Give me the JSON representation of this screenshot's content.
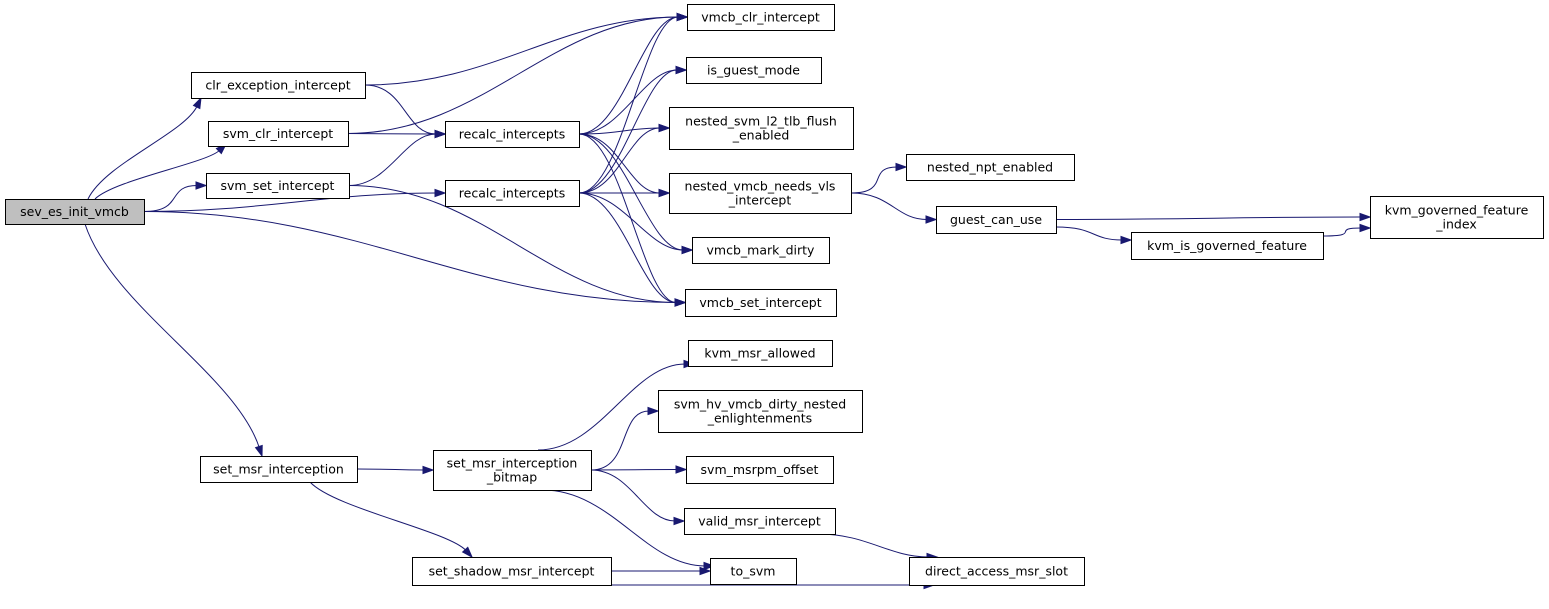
{
  "colors": {
    "edge": "#191970",
    "node_fill": "#ffffff",
    "root_fill": "#bfbfbf",
    "border": "#000000"
  },
  "nodes": [
    {
      "id": "sev",
      "label": "sev_es_init_vmcb",
      "root": true
    },
    {
      "id": "clrex",
      "label": "clr_exception_intercept"
    },
    {
      "id": "svmclr",
      "label": "svm_clr_intercept"
    },
    {
      "id": "svmset",
      "label": "svm_set_intercept"
    },
    {
      "id": "setmsr",
      "label": "set_msr_interception"
    },
    {
      "id": "recalc1",
      "label": "recalc_intercepts"
    },
    {
      "id": "recalc2",
      "label": "recalc_intercepts"
    },
    {
      "id": "bitmap",
      "label": "set_msr_interception\n_bitmap"
    },
    {
      "id": "shadow",
      "label": "set_shadow_msr_intercept"
    },
    {
      "id": "vclr",
      "label": "vmcb_clr_intercept"
    },
    {
      "id": "isguest",
      "label": "is_guest_mode"
    },
    {
      "id": "nl2",
      "label": "nested_svm_l2_tlb_flush\n_enabled"
    },
    {
      "id": "nvmcb",
      "label": "nested_vmcb_needs_vls\n_intercept"
    },
    {
      "id": "vdirty",
      "label": "vmcb_mark_dirty"
    },
    {
      "id": "vset",
      "label": "vmcb_set_intercept"
    },
    {
      "id": "kvmmsr",
      "label": "kvm_msr_allowed"
    },
    {
      "id": "hvdirty",
      "label": "svm_hv_vmcb_dirty_nested\n_enlightenments"
    },
    {
      "id": "msrpm",
      "label": "svm_msrpm_offset"
    },
    {
      "id": "valid",
      "label": "valid_msr_intercept"
    },
    {
      "id": "tosvm",
      "label": "to_svm"
    },
    {
      "id": "npt",
      "label": "nested_npt_enabled"
    },
    {
      "id": "guse",
      "label": "guest_can_use"
    },
    {
      "id": "direct",
      "label": "direct_access_msr_slot"
    },
    {
      "id": "kvmisg",
      "label": "kvm_is_governed_feature"
    },
    {
      "id": "kvmgfi",
      "label": "kvm_governed_feature\n_index"
    }
  ],
  "edges": [
    [
      "sev",
      "clrex"
    ],
    [
      "sev",
      "svmclr"
    ],
    [
      "sev",
      "svmset"
    ],
    [
      "sev",
      "recalc2"
    ],
    [
      "sev",
      "vset"
    ],
    [
      "sev",
      "setmsr"
    ],
    [
      "clrex",
      "vclr"
    ],
    [
      "clrex",
      "recalc1"
    ],
    [
      "svmclr",
      "vclr"
    ],
    [
      "svmclr",
      "recalc1"
    ],
    [
      "svmset",
      "recalc1"
    ],
    [
      "svmset",
      "vset"
    ],
    [
      "recalc1",
      "vclr"
    ],
    [
      "recalc1",
      "isguest"
    ],
    [
      "recalc1",
      "nl2"
    ],
    [
      "recalc1",
      "nvmcb"
    ],
    [
      "recalc1",
      "vdirty"
    ],
    [
      "recalc1",
      "vset"
    ],
    [
      "recalc2",
      "vclr"
    ],
    [
      "recalc2",
      "isguest"
    ],
    [
      "recalc2",
      "nl2"
    ],
    [
      "recalc2",
      "nvmcb"
    ],
    [
      "recalc2",
      "vdirty"
    ],
    [
      "recalc2",
      "vset"
    ],
    [
      "nvmcb",
      "npt"
    ],
    [
      "nvmcb",
      "guse"
    ],
    [
      "guse",
      "kvmgfi"
    ],
    [
      "guse",
      "kvmisg"
    ],
    [
      "kvmisg",
      "kvmgfi"
    ],
    [
      "setmsr",
      "bitmap"
    ],
    [
      "setmsr",
      "shadow"
    ],
    [
      "bitmap",
      "kvmmsr"
    ],
    [
      "bitmap",
      "hvdirty"
    ],
    [
      "bitmap",
      "msrpm"
    ],
    [
      "bitmap",
      "valid"
    ],
    [
      "bitmap",
      "tosvm"
    ],
    [
      "valid",
      "direct"
    ],
    [
      "shadow",
      "tosvm"
    ],
    [
      "shadow",
      "direct"
    ]
  ]
}
